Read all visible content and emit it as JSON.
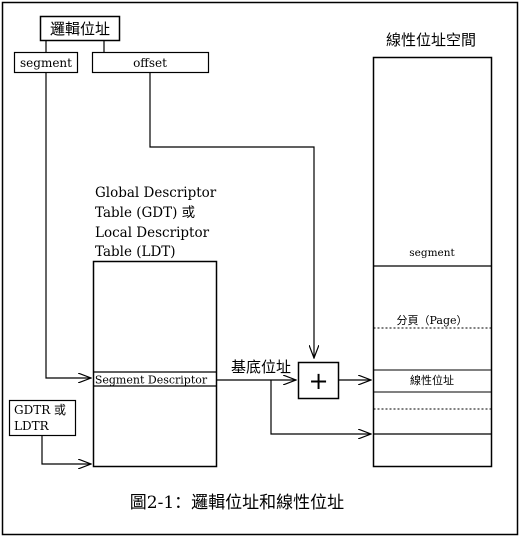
{
  "logical_address_label": "邏輯位址",
  "segment_label": "segment",
  "offset_label": "offset",
  "descriptor_table_lines": [
    "Global Descriptor",
    "Table (GDT) 或",
    "Local Descriptor",
    "Table (LDT)"
  ],
  "segment_descriptor_label": "Segment Descriptor",
  "gdtr_ldtr_lines": [
    "GDTR 或",
    "LDTR"
  ],
  "base_address_label": "基底位址",
  "plus_symbol": "+",
  "linear_space_title": "線性位址空間",
  "linear_segment_label": "segment",
  "page_label": "分頁（Page）",
  "linear_address_label": "線性位址",
  "caption": "圖2-1：邏輯位址和線性位址"
}
